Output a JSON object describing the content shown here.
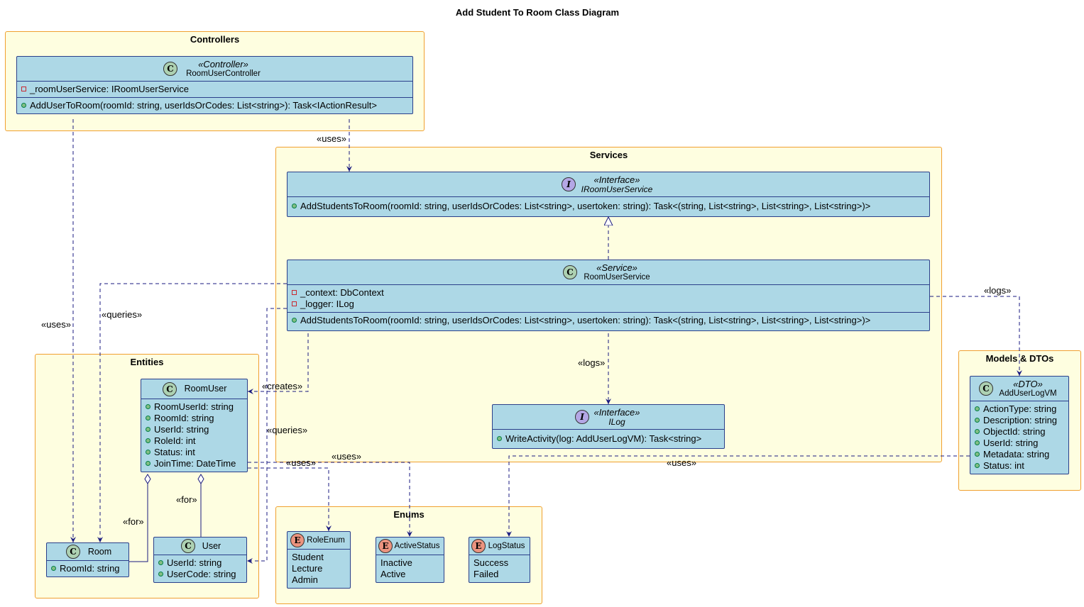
{
  "title": "Add Student To Room Class Diagram",
  "packages": {
    "controllers": "Controllers",
    "services": "Services",
    "entities": "Entities",
    "models": "Models & DTOs",
    "enums": "Enums"
  },
  "classes": {
    "room_user_controller": {
      "stereotype": "«Controller»",
      "name": "RoomUserController",
      "fields": [
        "_roomUserService: IRoomUserService"
      ],
      "methods": [
        "AddUserToRoom(roomId: string, userIdsOrCodes: List<string>): Task<IActionResult>"
      ]
    },
    "iroom_user_service": {
      "stereotype": "«Interface»",
      "name": "IRoomUserService",
      "methods": [
        "AddStudentsToRoom(roomId: string, userIdsOrCodes: List<string>, usertoken: string): Task<(string, List<string>, List<string>, List<string>)>"
      ]
    },
    "room_user_service": {
      "stereotype": "«Service»",
      "name": "RoomUserService",
      "fields": [
        "_context: DbContext",
        "_logger: ILog"
      ],
      "methods": [
        "AddStudentsToRoom(roomId: string, userIdsOrCodes: List<string>, usertoken: string): Task<(string, List<string>, List<string>, List<string>)>"
      ]
    },
    "ilog": {
      "stereotype": "«Interface»",
      "name": "ILog",
      "methods": [
        "WriteActivity(log: AddUserLogVM): Task<string>"
      ]
    },
    "room_user": {
      "name": "RoomUser",
      "fields": [
        "RoomUserId: string",
        "RoomId: string",
        "UserId: string",
        "RoleId: int",
        "Status: int",
        "JoinTime: DateTime"
      ]
    },
    "room": {
      "name": "Room",
      "fields": [
        "RoomId: string"
      ]
    },
    "user": {
      "name": "User",
      "fields": [
        "UserId: string",
        "UserCode: string"
      ]
    },
    "add_user_log_vm": {
      "stereotype": "«DTO»",
      "name": "AddUserLogVM",
      "fields": [
        "ActionType: string",
        "Description: string",
        "ObjectId: string",
        "UserId: string",
        "Metadata: string",
        "Status: int"
      ]
    },
    "role_enum": {
      "name": "RoleEnum",
      "values": [
        "Student",
        "Lecture",
        "Admin"
      ]
    },
    "active_status": {
      "name": "ActiveStatus",
      "values": [
        "Inactive",
        "Active"
      ]
    },
    "log_status": {
      "name": "LogStatus",
      "values": [
        "Success",
        "Failed"
      ]
    }
  },
  "relations": {
    "uses": "«uses»",
    "queries": "«queries»",
    "logs": "«logs»",
    "creates": "«creates»",
    "for": "«for»"
  },
  "colors": {
    "class_fill": "#add8e6",
    "class_border": "#2b3f8a",
    "package_fill": "#fefee0",
    "package_border": "#f0a030",
    "arrow": "#1a1a80"
  }
}
